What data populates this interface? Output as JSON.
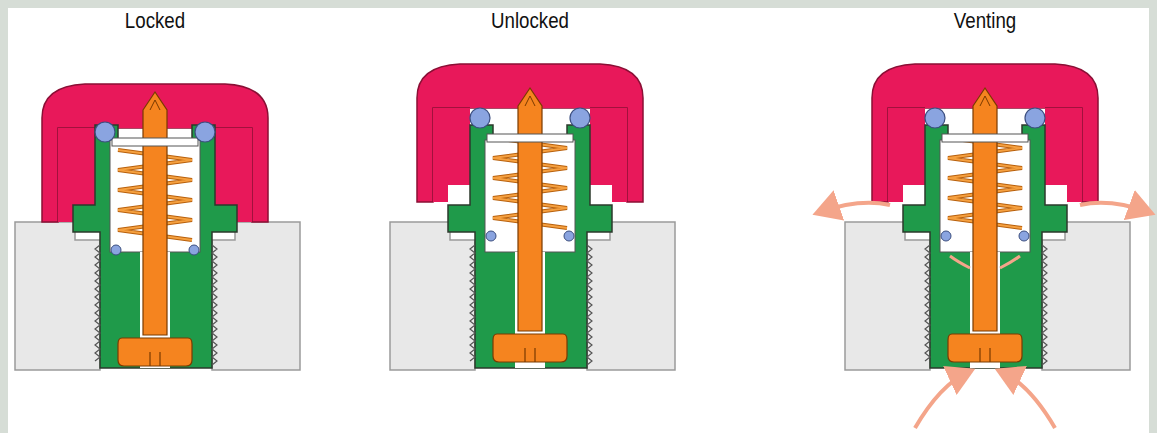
{
  "diagram": {
    "labels": [
      "Locked",
      "Unlocked",
      "Venting"
    ]
  }
}
